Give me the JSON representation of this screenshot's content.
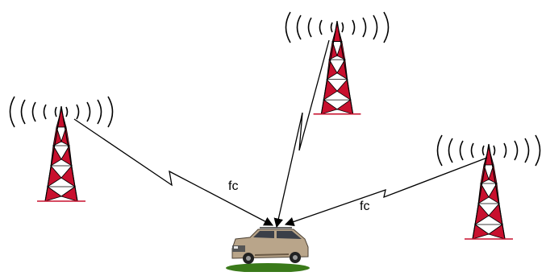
{
  "diagram": {
    "labels": {
      "link_left": "fc",
      "link_right": "fc"
    },
    "towers": [
      {
        "id": "tower-left"
      },
      {
        "id": "tower-top"
      },
      {
        "id": "tower-right"
      }
    ],
    "vehicle": {
      "id": "vehicle"
    },
    "colors": {
      "tower_red": "#c8102e",
      "tower_white": "#ffffff",
      "outline": "#000000",
      "ground_line": "#c8102e",
      "car_body": "#b9a58a",
      "car_shadow": "#6b5a45",
      "ground": "#3a7a1a"
    },
    "icons": [
      "radio-tower-icon",
      "signal-waves-icon",
      "car-icon"
    ]
  }
}
